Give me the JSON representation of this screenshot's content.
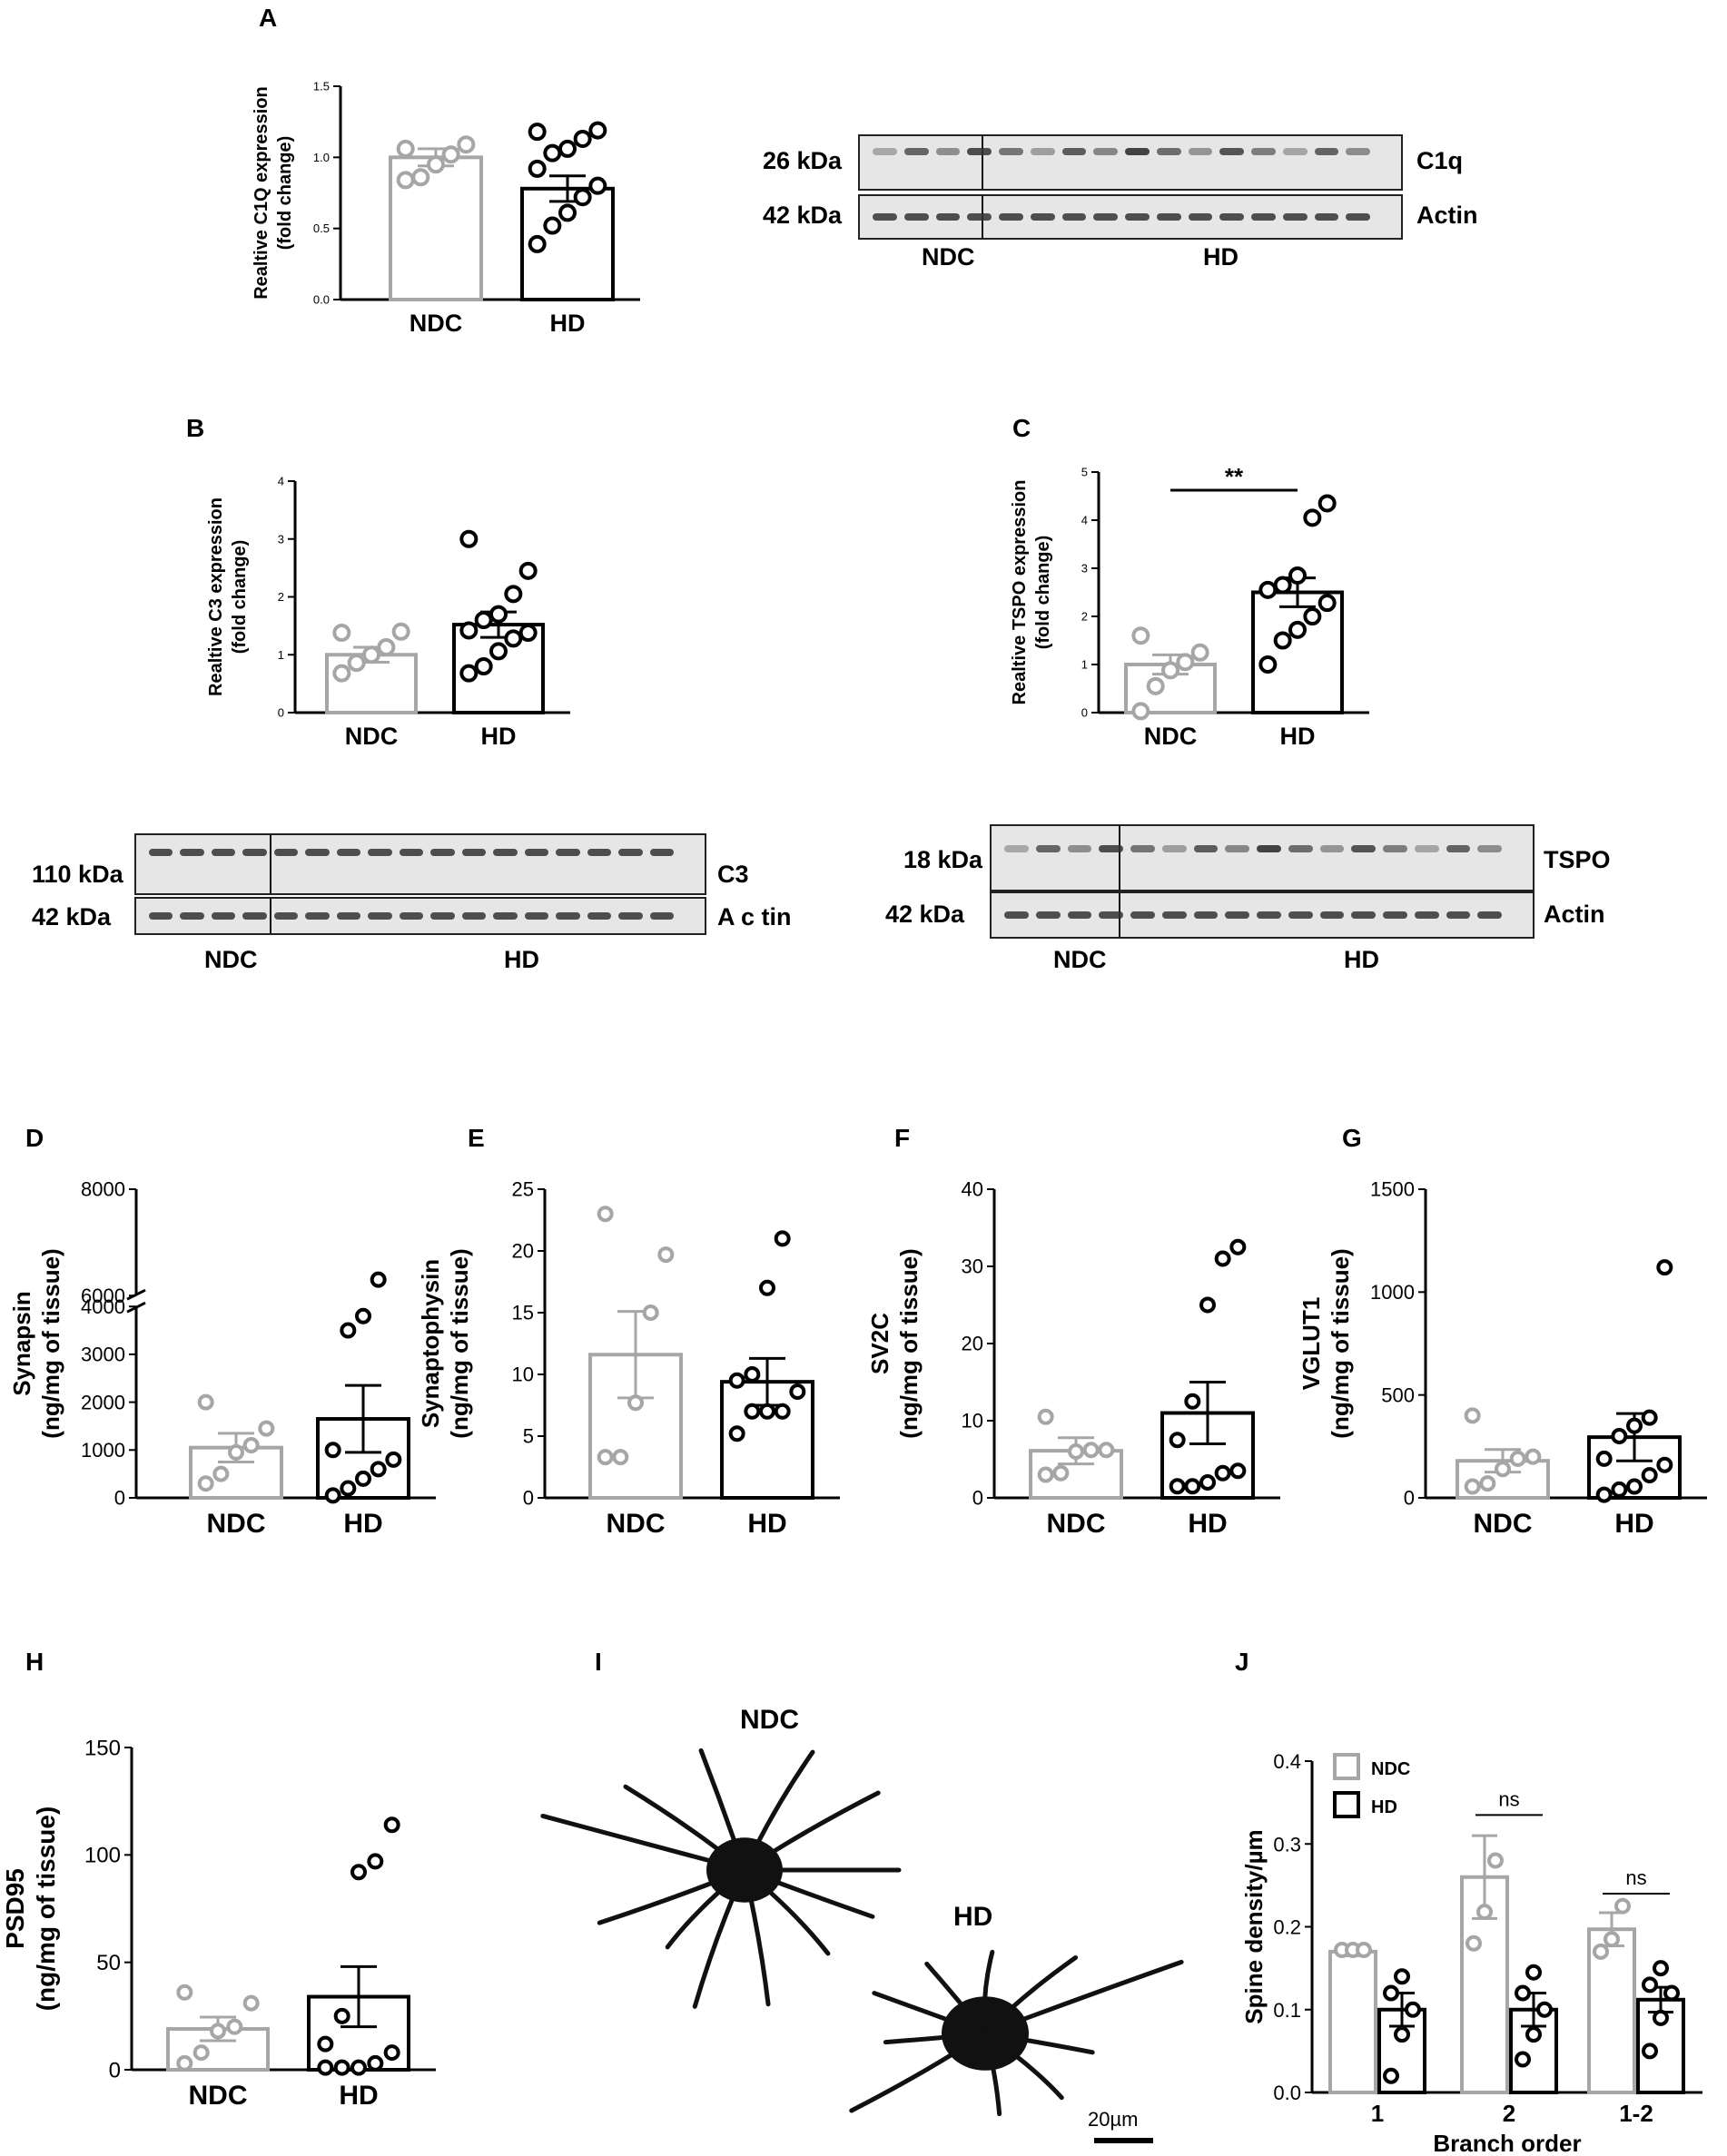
{
  "panel_letters": {
    "A": "A",
    "B": "B",
    "C": "C",
    "D": "D",
    "E": "E",
    "F": "F",
    "G": "G",
    "H": "H",
    "I": "I",
    "J": "J"
  },
  "chart_data": [
    {
      "id": "A",
      "type": "bar",
      "categories": [
        "NDC",
        "HD"
      ],
      "values": [
        1.0,
        0.78
      ],
      "errors": [
        0.06,
        0.09
      ],
      "points": [
        [
          0.84,
          0.86,
          0.95,
          1.02,
          1.09,
          1.06
        ],
        [
          0.39,
          0.52,
          0.61,
          0.72,
          0.8,
          0.92,
          1.03,
          1.06,
          1.13,
          1.19,
          1.18
        ]
      ],
      "ylabel": "Realtive C1Q expression\n(fold change)",
      "ylim": [
        0,
        1.5
      ],
      "yticks": [
        "0.0",
        "0.5",
        "1.0",
        "1.5"
      ],
      "significance": null
    },
    {
      "id": "B",
      "type": "bar",
      "categories": [
        "NDC",
        "HD"
      ],
      "values": [
        1.0,
        1.52
      ],
      "errors": [
        0.13,
        0.22
      ],
      "points": [
        [
          0.68,
          0.86,
          1.0,
          1.13,
          1.4,
          1.38
        ],
        [
          0.68,
          0.8,
          1.06,
          1.28,
          1.38,
          1.42,
          1.6,
          1.7,
          2.05,
          2.45,
          3.0
        ]
      ],
      "ylabel": "Realtive C3 expression\n(fold change)",
      "ylim": [
        0,
        4
      ],
      "yticks": [
        "0",
        "1",
        "2",
        "3",
        "4"
      ],
      "significance": null
    },
    {
      "id": "C",
      "type": "bar",
      "categories": [
        "NDC",
        "HD"
      ],
      "values": [
        1.0,
        2.5
      ],
      "errors": [
        0.2,
        0.3
      ],
      "points": [
        [
          0.03,
          0.55,
          0.88,
          1.05,
          1.25,
          1.6
        ],
        [
          1.0,
          1.5,
          1.72,
          2.0,
          2.28,
          2.55,
          2.65,
          2.85,
          4.05,
          4.35
        ]
      ],
      "ylabel": "Realtive TSPO expression\n(fold change)",
      "ylim": [
        0,
        5
      ],
      "yticks": [
        "0",
        "1",
        "2",
        "3",
        "4",
        "5"
      ],
      "significance": "**"
    },
    {
      "id": "D",
      "type": "bar",
      "categories": [
        "NDC",
        "HD"
      ],
      "values": [
        1050,
        1650
      ],
      "errors": [
        300,
        700
      ],
      "points": [
        [
          300,
          500,
          950,
          1100,
          1450,
          2000
        ],
        [
          50,
          200,
          400,
          600,
          800,
          1000,
          3500,
          3800,
          6300
        ]
      ],
      "ylabel": "Synapsin\n(ng/mg of tissue)",
      "ylim": [
        0,
        8000
      ],
      "yticks": [
        "0",
        "1000",
        "2000",
        "3000",
        "4000",
        "6000",
        "8000"
      ],
      "significance": null
    },
    {
      "id": "E",
      "type": "bar",
      "categories": [
        "NDC",
        "HD"
      ],
      "values": [
        11.6,
        9.4
      ],
      "errors": [
        3.5,
        1.9
      ],
      "points": [
        [
          3.3,
          3.3,
          7.7,
          15.0,
          19.7,
          23.0
        ],
        [
          5.2,
          7.0,
          7.0,
          7.0,
          8.6,
          9.5,
          10.0,
          17.0,
          21.0
        ]
      ],
      "ylabel": "Synaptophysin\n(ng/mg of tissue)",
      "ylim": [
        0,
        25
      ],
      "yticks": [
        "0",
        "5",
        "10",
        "15",
        "20",
        "25"
      ],
      "significance": null
    },
    {
      "id": "F",
      "type": "bar",
      "categories": [
        "NDC",
        "HD"
      ],
      "values": [
        6.1,
        11.0
      ],
      "errors": [
        1.7,
        4.0
      ],
      "points": [
        [
          3.0,
          3.2,
          6.0,
          6.2,
          6.2,
          10.5
        ],
        [
          1.5,
          1.5,
          2.0,
          3.2,
          3.5,
          7.5,
          12.5,
          25.0,
          31.0,
          32.5
        ]
      ],
      "ylabel": "SV2C\n(ng/mg of tissue)",
      "ylim": [
        0,
        40
      ],
      "yticks": [
        "0",
        "10",
        "20",
        "30",
        "40"
      ],
      "significance": null
    },
    {
      "id": "G",
      "type": "bar",
      "categories": [
        "NDC",
        "HD"
      ],
      "values": [
        180,
        295
      ],
      "errors": [
        55,
        115
      ],
      "points": [
        [
          55,
          70,
          140,
          190,
          200,
          400
        ],
        [
          15,
          40,
          55,
          110,
          160,
          190,
          300,
          350,
          390,
          1120
        ]
      ],
      "ylabel": "VGLUT1\n(ng/mg of tissue)",
      "ylim": [
        0,
        1500
      ],
      "yticks": [
        "0",
        "500",
        "1000",
        "1500"
      ],
      "significance": null
    },
    {
      "id": "H",
      "type": "bar",
      "categories": [
        "NDC",
        "HD"
      ],
      "values": [
        19,
        34
      ],
      "errors": [
        5.5,
        14
      ],
      "points": [
        [
          3,
          8,
          18,
          20,
          31,
          36
        ],
        [
          1,
          1,
          1,
          3,
          8,
          12,
          25,
          92,
          97,
          114
        ]
      ],
      "ylabel": "PSD95\n(ng/mg of tissue)",
      "ylim": [
        0,
        150
      ],
      "yticks": [
        "0",
        "50",
        "100",
        "150"
      ],
      "significance": null
    },
    {
      "id": "J",
      "type": "bar",
      "categories": [
        "1",
        "2",
        "1-2"
      ],
      "series": [
        {
          "name": "NDC",
          "values": [
            0.17,
            0.26,
            0.197
          ],
          "errors": [
            0.005,
            0.05,
            0.02
          ],
          "points": [
            [
              0.172,
              0.172,
              0.172
            ],
            [
              0.18,
              0.218,
              0.28
            ],
            [
              0.17,
              0.185,
              0.225
            ]
          ]
        },
        {
          "name": "HD",
          "values": [
            0.1,
            0.1,
            0.112
          ],
          "errors": [
            0.02,
            0.02,
            0.015
          ],
          "points": [
            [
              0.02,
              0.07,
              0.1,
              0.12,
              0.14
            ],
            [
              0.04,
              0.07,
              0.1,
              0.12,
              0.145
            ],
            [
              0.05,
              0.09,
              0.12,
              0.13,
              0.15
            ]
          ]
        }
      ],
      "ylabel": "Spine density/µm",
      "xlabel": "Branch order",
      "ylim": [
        0,
        0.4
      ],
      "yticks": [
        "0.0",
        "0.1",
        "0.2",
        "0.3",
        "0.4"
      ],
      "significance": [
        "",
        "ns",
        "ns"
      ]
    }
  ],
  "blots": {
    "A": {
      "left_label_1": "26 kDa",
      "left_label_2": "42 kDa",
      "right_label_1": "C1q",
      "right_label_2": "Actin",
      "group_1": "NDC",
      "group_2": "HD"
    },
    "B": {
      "left_label_1": "110 kDa",
      "left_label_2": "42 kDa",
      "right_label_1": "C3",
      "right_label_2": "A c tin",
      "group_1": "NDC",
      "group_2": "HD"
    },
    "C": {
      "left_label_1": "18 kDa",
      "left_label_2": "42 kDa",
      "right_label_1": "TSPO",
      "right_label_2": "Actin",
      "group_1": "NDC",
      "group_2": "HD"
    }
  },
  "micrograph": {
    "label_1": "NDC",
    "label_2": "HD",
    "scale": "20µm"
  },
  "colors": {
    "ndc": "#a6a6a6",
    "hd": "#000000"
  }
}
